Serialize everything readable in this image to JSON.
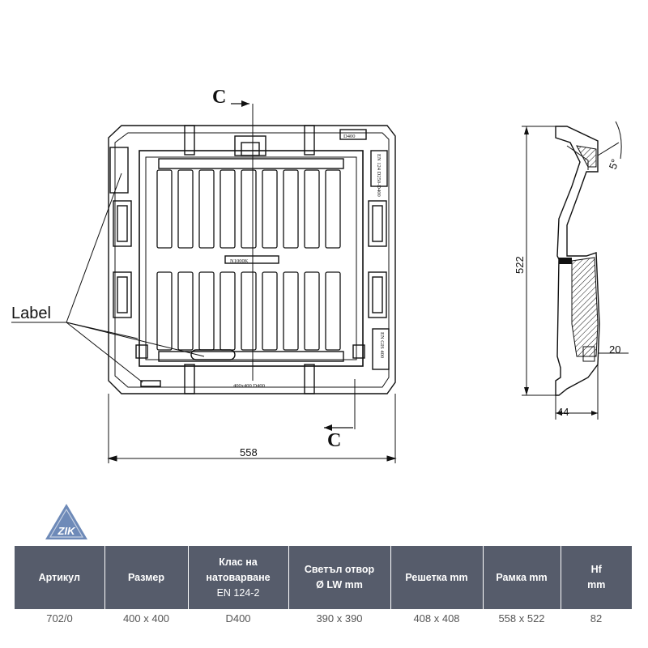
{
  "drawing": {
    "section_marker": "C",
    "callout_label": "Label",
    "dims": {
      "width": "558",
      "height": "522",
      "angle": "5°",
      "rim": "20",
      "depth": "44"
    },
    "plan_text": {
      "class_tag": "D400",
      "side_standard": "EN 124 D250-D400",
      "maker": "N1000K",
      "size_mark": "400x400 D400",
      "std_side": "EN GIS 400"
    }
  },
  "logo": {
    "text": "ZIK",
    "color": "#6e8ab8"
  },
  "table": {
    "headers": [
      {
        "lines": [
          "Артикул"
        ]
      },
      {
        "lines": [
          "Размер"
        ]
      },
      {
        "lines": [
          "Клас на",
          "натоварване",
          "EN 124-2"
        ]
      },
      {
        "lines": [
          "Светъл отвор",
          "Ø LW mm"
        ]
      },
      {
        "lines": [
          "Решетка mm"
        ]
      },
      {
        "lines": [
          "Рамка mm"
        ]
      },
      {
        "lines": [
          "Hf",
          "mm"
        ]
      }
    ],
    "rows": [
      [
        "702/0",
        "400 x 400",
        "D400",
        "390 x 390",
        "408 x 408",
        "558 x 522",
        "82"
      ]
    ]
  },
  "colors": {
    "header_bg": "#565c6b",
    "header_text": "#ffffff",
    "line": "#111111"
  }
}
